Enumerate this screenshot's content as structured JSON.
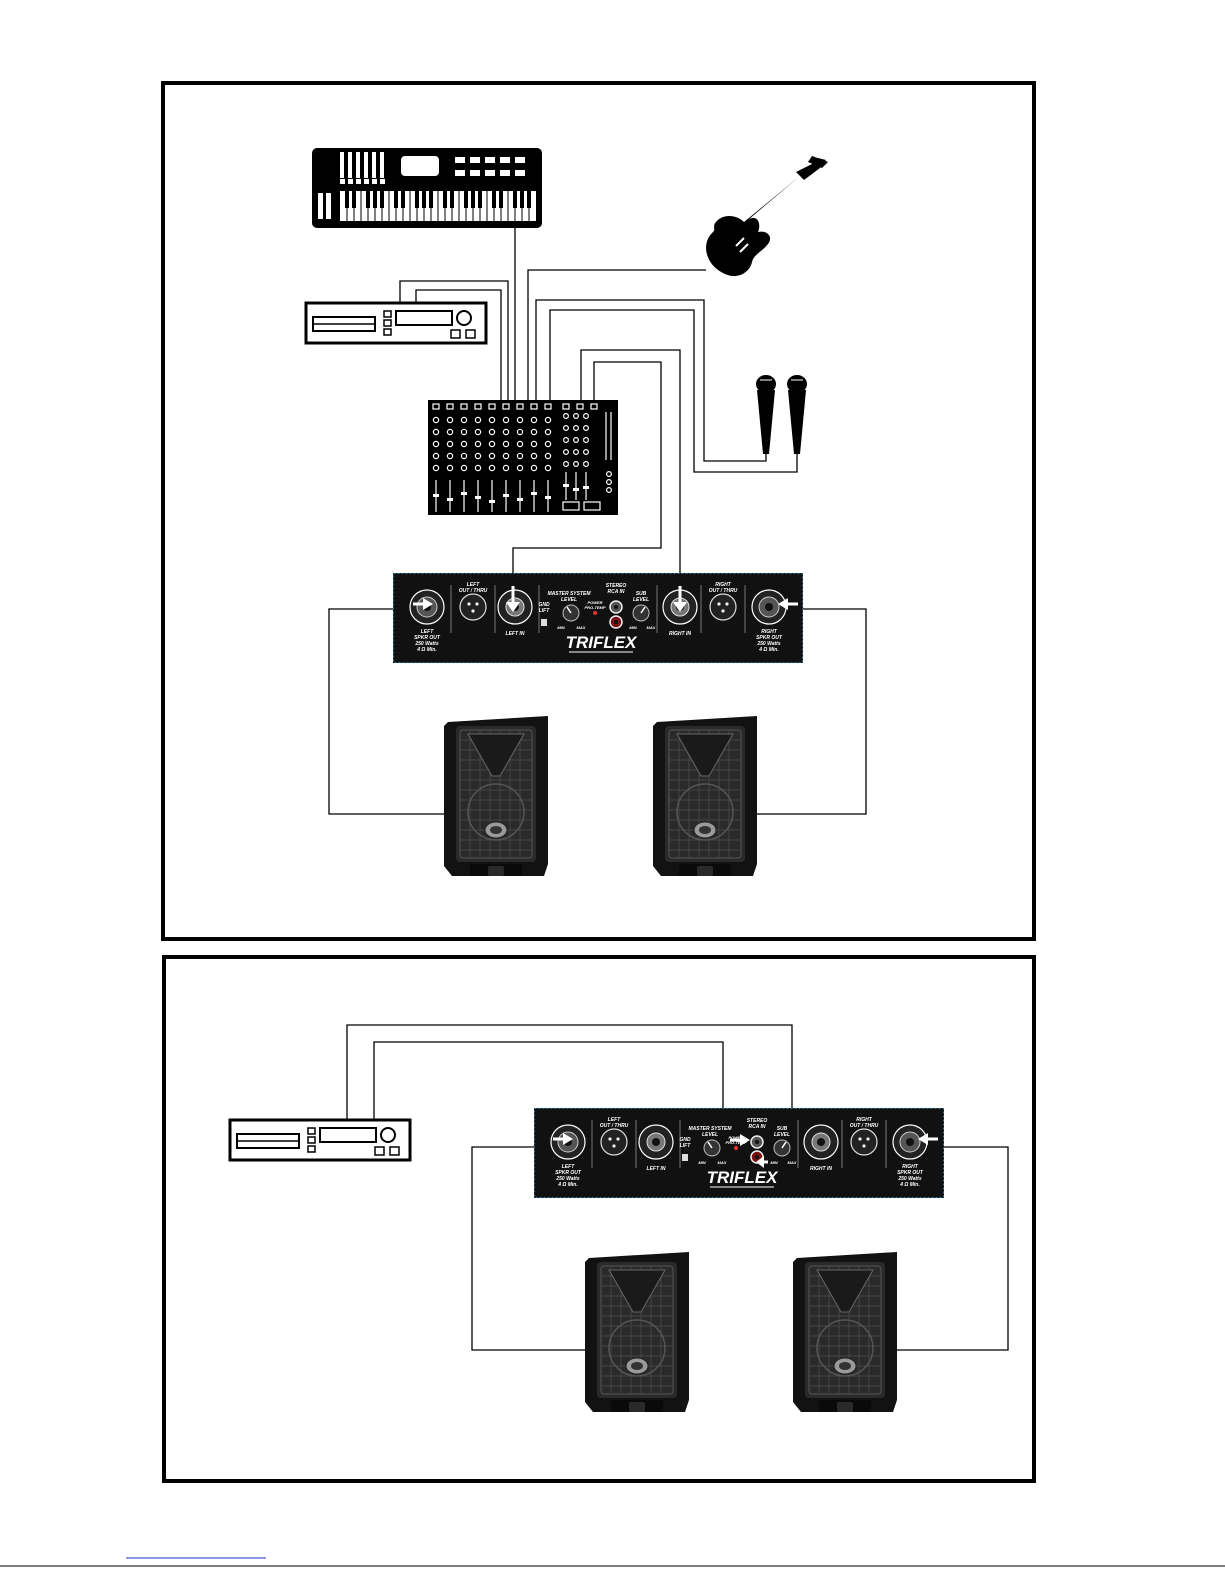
{
  "diagram1": {
    "amp": {
      "left_out_thru": [
        "LEFT",
        "OUT / THRU"
      ],
      "right_out_thru": [
        "RIGHT",
        "OUT / THRU"
      ],
      "master_system_level": [
        "MASTER SYSTEM",
        "LEVEL"
      ],
      "stereo_rca_in": [
        "STEREO",
        "RCA IN"
      ],
      "sub_level": [
        "SUB",
        "LEVEL"
      ],
      "gnd_lift": [
        "GND",
        "LIFT"
      ],
      "left_in": "LEFT IN",
      "right_in": "RIGHT IN",
      "left_spkr": [
        "LEFT",
        "SPKR OUT",
        "250 Watts",
        "4 Ω Min."
      ],
      "right_spkr": [
        "RIGHT",
        "SPKR OUT",
        "250 Watts",
        "4 Ω Min."
      ],
      "power": [
        "POWER",
        "PRO-TEMP"
      ],
      "min": "MIN",
      "max": "MAX",
      "brand": "TRIFLEX"
    }
  },
  "diagram2": {
    "amp": {
      "left_out_thru": [
        "LEFT",
        "OUT / THRU"
      ],
      "right_out_thru": [
        "RIGHT",
        "OUT / THRU"
      ],
      "master_system_level": [
        "MASTER SYSTEM",
        "LEVEL"
      ],
      "stereo_rca_in": [
        "STEREO",
        "RCA IN"
      ],
      "sub_level": [
        "SUB",
        "LEVEL"
      ],
      "gnd_lift": [
        "GND",
        "LIFT"
      ],
      "left_in": "LEFT IN",
      "right_in": "RIGHT IN",
      "left_spkr": [
        "LEFT",
        "SPKR OUT",
        "250 Watts",
        "4 Ω Min."
      ],
      "right_spkr": [
        "RIGHT",
        "SPKR OUT",
        "250 Watts",
        "4 Ω Min."
      ],
      "power": [
        "POWER",
        "PRO-TEMP"
      ],
      "min": "MIN",
      "max": "MAX",
      "brand": "TRIFLEX"
    }
  },
  "colors": {
    "ink": "#000000",
    "panel_border": "#1a6e8a",
    "link": "#2233cc"
  }
}
